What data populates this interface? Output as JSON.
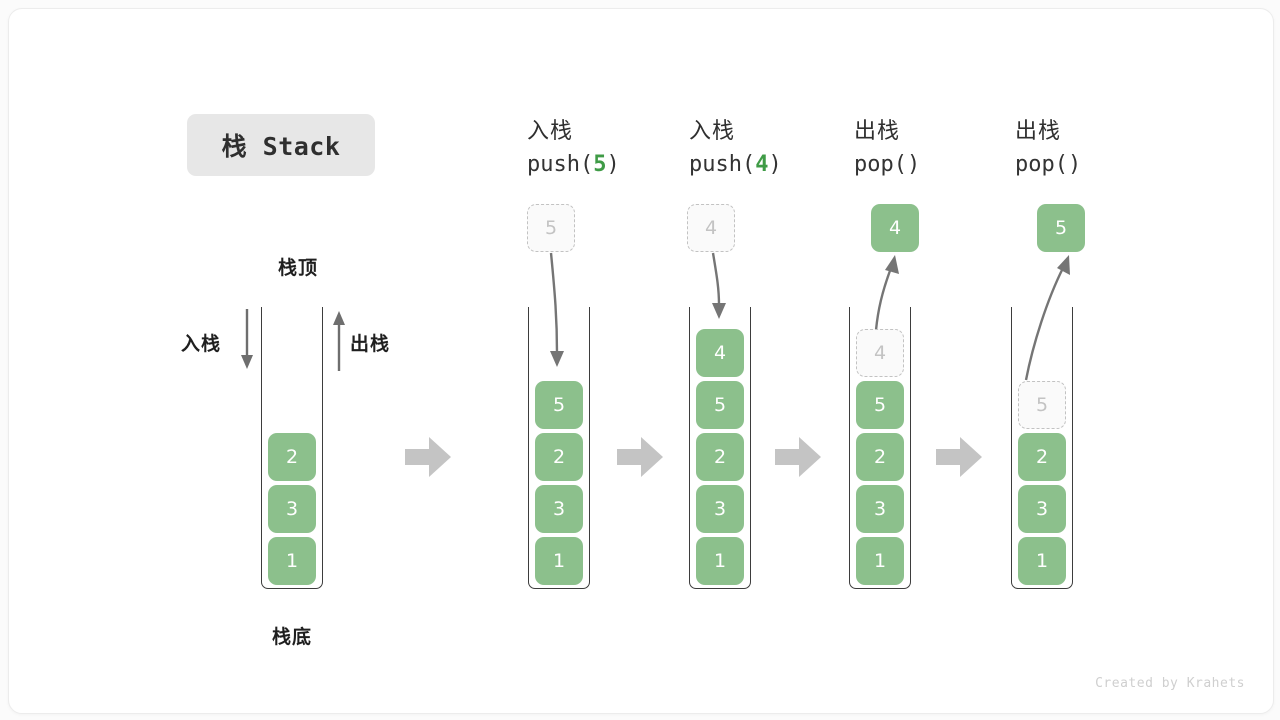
{
  "title": {
    "badge_label": "栈 Stack"
  },
  "annotations": {
    "top_label": "栈顶",
    "bottom_label": "栈底",
    "push_label": "入栈",
    "pop_label": "出栈"
  },
  "credit": "Created by Krahets",
  "colors": {
    "cell_green": "#8cc08c",
    "cell_text": "#ffffff",
    "ghost_border": "#c2c2c2",
    "ghost_text": "#c3c3c3",
    "container_border": "#3d3d3d",
    "arrow_gray": "#c4c4c4",
    "thin_arrow": "#6e6e6e",
    "badge_bg": "#e7e7e7",
    "code_arg_green": "#3f9b46"
  },
  "columns": [
    {
      "id": "initial",
      "header_cn": "",
      "header_code_prefix": "",
      "header_code_arg": "",
      "header_code_suffix": "",
      "incoming_cell": null,
      "popped_cell": null,
      "stack": [
        "2",
        "3",
        "1"
      ]
    },
    {
      "id": "push-5",
      "header_cn": "入栈",
      "header_code_prefix": "push(",
      "header_code_arg": "5",
      "header_code_suffix": ")",
      "incoming_cell": "5",
      "popped_cell": null,
      "stack": [
        "5",
        "2",
        "3",
        "1"
      ]
    },
    {
      "id": "push-4",
      "header_cn": "入栈",
      "header_code_prefix": "push(",
      "header_code_arg": "4",
      "header_code_suffix": ")",
      "incoming_cell": "4",
      "popped_cell": null,
      "stack": [
        "4",
        "5",
        "2",
        "3",
        "1"
      ]
    },
    {
      "id": "pop-1",
      "header_cn": "出栈",
      "header_code_prefix": "pop(",
      "header_code_arg": "",
      "header_code_suffix": ")",
      "incoming_cell": null,
      "popped_cell": "4",
      "ghost_in_stack": "4",
      "stack": [
        "5",
        "2",
        "3",
        "1"
      ]
    },
    {
      "id": "pop-2",
      "header_cn": "出栈",
      "header_code_prefix": "pop(",
      "header_code_arg": "",
      "header_code_suffix": ")",
      "incoming_cell": null,
      "popped_cell": "5",
      "ghost_in_stack": "5",
      "stack": [
        "2",
        "3",
        "1"
      ]
    }
  ]
}
